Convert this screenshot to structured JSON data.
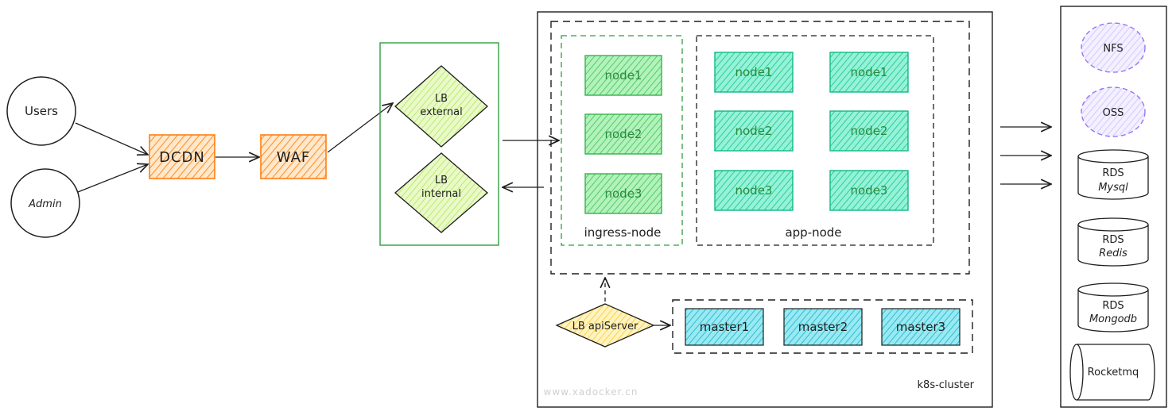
{
  "actors": {
    "users": "Users",
    "admin": "Admin"
  },
  "edge": {
    "dcdn": "DCDN",
    "waf": "WAF"
  },
  "lb": {
    "external": [
      "LB",
      "external"
    ],
    "internal": [
      "LB",
      "internal"
    ],
    "apiserver": "LB apiServer"
  },
  "ingress": {
    "title": "ingress-node",
    "nodes": [
      "node1",
      "node2",
      "node3"
    ]
  },
  "app": {
    "title": "app-node",
    "col1": [
      "node1",
      "node2",
      "node3"
    ],
    "col2": [
      "node1",
      "node2",
      "node3"
    ]
  },
  "masters": [
    "master1",
    "master2",
    "master3"
  ],
  "cluster": {
    "title": "k8s-cluster"
  },
  "storage": {
    "nfs": "NFS",
    "oss": "OSS",
    "mysql": [
      "RDS",
      "Mysql"
    ],
    "redis": [
      "RDS",
      "Redis"
    ],
    "mongodb": [
      "RDS",
      "Mongodb"
    ],
    "rocketmq": "Rocketmq"
  },
  "watermark": "www.xadocker.cn",
  "colors": {
    "orange": "#fd7e14",
    "orange_fill": "#ffc078",
    "green": "#2f9e44",
    "green_fill": "#8ce99a",
    "node_fill": "#63e6be",
    "node_stroke": "#37b24d",
    "teal_fill": "#66d9e8",
    "teal_stroke": "#0c8599",
    "purple": "#9775fa",
    "purple_fill": "#e5dbff",
    "yellow_fill": "#ffec99",
    "lb_green_fill": "#d8f5a2"
  }
}
